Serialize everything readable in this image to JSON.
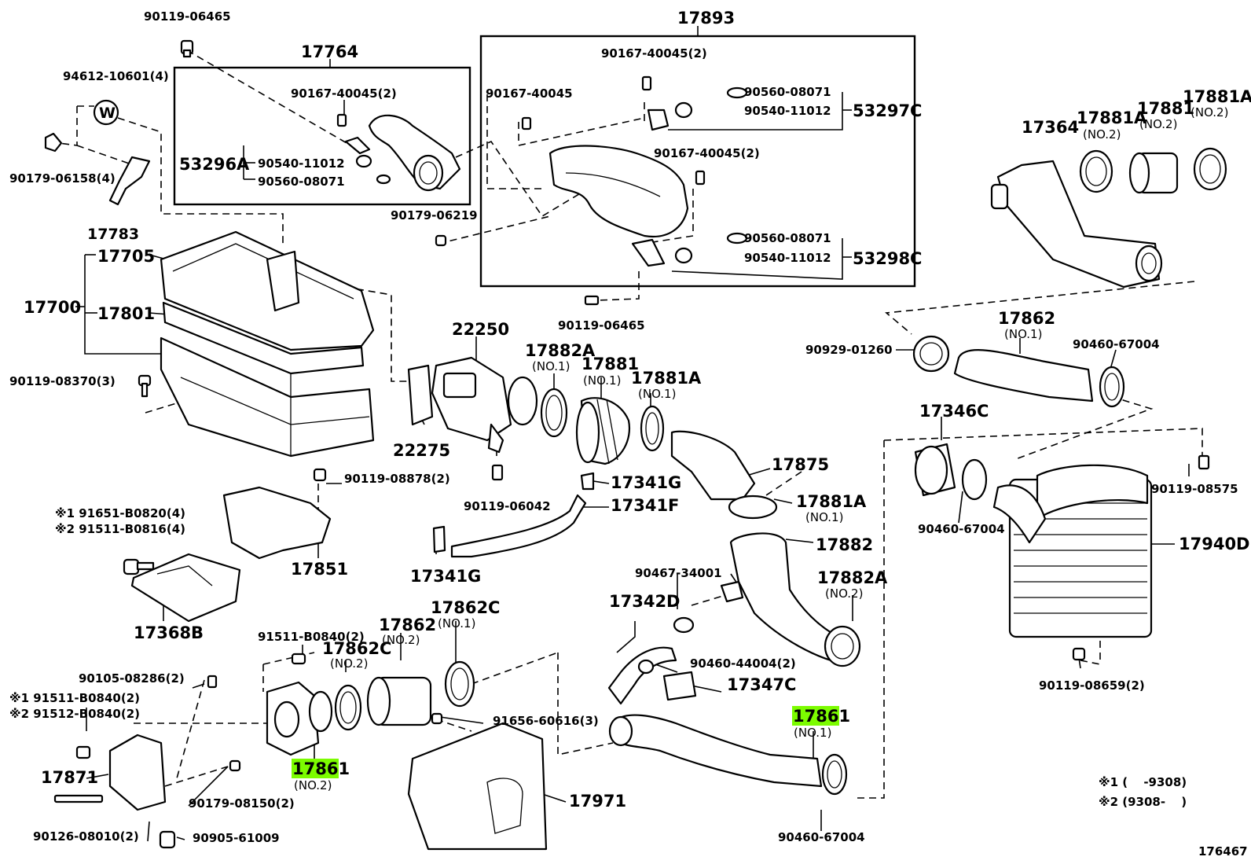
{
  "diagram_id": "176467",
  "highlight_color": "#7CFC00",
  "notes": {
    "note1": "※1 (　 -9308)",
    "note2": "※2 (9308-　 )"
  },
  "labels": {
    "p17893": "17893",
    "p17764": "17764",
    "p90119_06465_top": "90119-06465",
    "p94612_10601": "94612-10601(4)",
    "w_mark": "W",
    "p90179_06158": "90179-06158(4)",
    "p17783": "17783",
    "p90167_40045_2a": "90167-40045(2)",
    "p53296a": "53296A",
    "p90540_11012_a": "90540-11012",
    "p90560_08071_a": "90560-08071",
    "p90167_40045_2b": "90167-40045(2)",
    "p90167_40045": "90167-40045",
    "p90560_08071_b": "90560-08071",
    "p90540_11012_b": "90540-11012",
    "p53297c": "53297C",
    "p90167_40045_2c": "90167-40045(2)",
    "p90179_06219": "90179-06219",
    "p90560_08071_c": "90560-08071",
    "p90540_11012_c": "90540-11012",
    "p53298c": "53298C",
    "p90119_06465_mid": "90119-06465",
    "p17364": "17364",
    "p17881a_no2_a": "17881A",
    "no2_a": "(NO.2)",
    "p17881_no2": "17881",
    "no2_b": "(NO.2)",
    "p17881a_no2_b": "17881A",
    "no2_c": "(NO.2)",
    "p17705": "17705",
    "p17700": "17700",
    "p17801": "17801",
    "p90119_08370": "90119-08370(3)",
    "p22250": "22250",
    "p17882a_no1": "17882A",
    "no1_a": "(NO.1)",
    "p17881_no1": "17881",
    "no1_b": "(NO.1)",
    "p17881a_no1": "17881A",
    "no1_c": "(NO.1)",
    "p22275": "22275",
    "p17862_no1": "17862",
    "no1_d": "(NO.1)",
    "p90929_01260": "90929-01260",
    "p90460_67004_a": "90460-67004",
    "p17346c": "17346C",
    "p17875": "17875",
    "p90119_08878": "90119-08878(2)",
    "p17341g_a": "17341G",
    "p90119_06042": "90119-06042",
    "p17341f": "17341F",
    "p17881a_no1_b": "17881A",
    "no1_e": "(NO.1)",
    "p90119_08575": "90119-08575",
    "p91651_b0820": "※1 91651-B0820(4)",
    "p91511_b0816": "※2 91511-B0816(4)",
    "p17851": "17851",
    "p17341g_b": "17341G",
    "p17882": "17882",
    "p90460_67004_b": "90460-67004",
    "p17940d": "17940D",
    "p90467_34001": "90467-34001",
    "p17882a_no2": "17882A",
    "no2_d": "(NO.2)",
    "p17368b": "17368B",
    "p17342d": "17342D",
    "p91511_b0840": "91511-B0840(2)",
    "p17862c_no1": "17862C",
    "no1_f": "(NO.1)",
    "p17862_no2": "17862",
    "no2_e": "(NO.2)",
    "p17862c_no2": "17862C",
    "no2_f": "(NO.2)",
    "p90460_44004": "90460-44004(2)",
    "p17347c": "17347C",
    "p90119_08659": "90119-08659(2)",
    "p90105_08286": "90105-08286(2)",
    "p91511_b0840_x1": "※1 91511-B0840(2)",
    "p91512_b0840_x2": "※2 91512-B0840(2)",
    "p91656_60616": "91656-60616(3)",
    "p17861_no1": "17861",
    "no1_g": "(NO.1)",
    "p17871": "17871",
    "p17861_no2": "17861",
    "no2_g": "(NO.2)",
    "p90179_08150": "90179-08150(2)",
    "p17971": "17971",
    "p90126_08010": "90126-08010(2)",
    "p90905_61009": "90905-61009",
    "p90460_67004_c": "90460-67004"
  }
}
